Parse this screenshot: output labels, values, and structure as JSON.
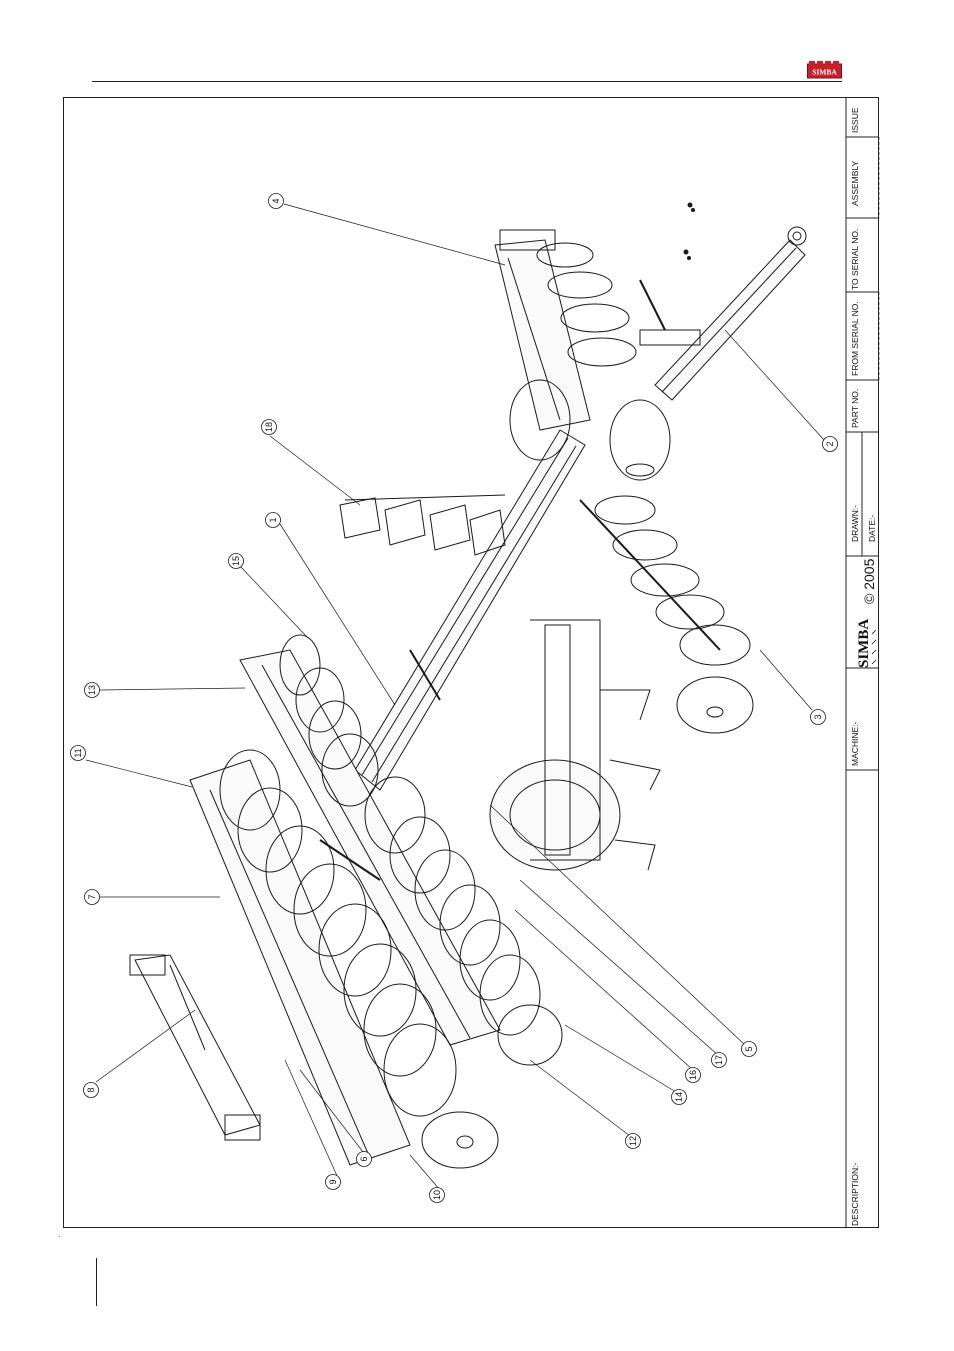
{
  "header": {
    "logo_text": "SIMBA",
    "brand_color": "#c8202a"
  },
  "title_block": {
    "issue_label": "ISSUE",
    "assembly_label": "ASSEMBLY",
    "to_serial_label": "TO SERIAL NO.",
    "from_serial_label": "FROM SERIAL NO.",
    "part_no_label": "PART NO.",
    "drawn_label": "DRAWN:-",
    "date_label": "DATE:-",
    "brand_name": "SIMBA",
    "copyright": "© 2005",
    "machine_label": "MACHINE:-",
    "description_label": "DESCRIPTION:-"
  },
  "callouts": [
    "1",
    "2",
    "3",
    "4",
    "5",
    "6",
    "7",
    "8",
    "9",
    "10",
    "11",
    "12",
    "13",
    "14",
    "15",
    "16",
    "17",
    "18"
  ]
}
